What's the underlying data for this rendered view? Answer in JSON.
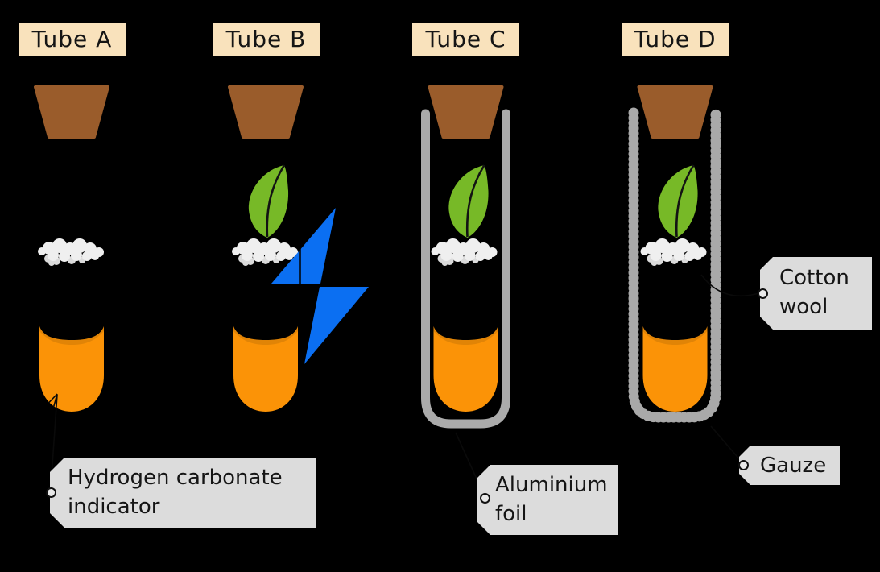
{
  "colors": {
    "background": "#000000",
    "label_cream": "#F9E2BC",
    "tag_gray": "#DCDCDC",
    "text": "#151515",
    "bung_brown": "#9A5C2B",
    "leaf_green": "#77B927",
    "cotton_white": "#EFEFEF",
    "cotton_shadow": "#DBDBDB",
    "indicator_orange": "#FB9307",
    "bolt_blue": "#0B6FF2",
    "foil_gray": "#ABABAB",
    "gauze_gray": "#A9A9A9"
  },
  "tubes": [
    {
      "id": "A",
      "label": "Tube A",
      "contents": [
        "rubber bung",
        "cotton wool",
        "hydrogen carbonate indicator"
      ]
    },
    {
      "id": "B",
      "label": "Tube B",
      "contents": [
        "rubber bung",
        "leaf",
        "cotton wool",
        "hydrogen carbonate indicator",
        "light"
      ]
    },
    {
      "id": "C",
      "label": "Tube C",
      "contents": [
        "rubber bung",
        "leaf",
        "cotton wool",
        "hydrogen carbonate indicator"
      ],
      "wrapped_in": "aluminium foil"
    },
    {
      "id": "D",
      "label": "Tube D",
      "contents": [
        "rubber bung",
        "leaf",
        "cotton wool",
        "hydrogen carbonate indicator"
      ],
      "wrapped_in": "gauze"
    }
  ],
  "tags": {
    "hydrogen_carbonate_indicator": {
      "line1": "Hydrogen carbonate",
      "line2": "indicator"
    },
    "aluminium_foil": {
      "line1": "Aluminium",
      "line2": "foil"
    },
    "cotton_wool": {
      "line1": "Cotton",
      "line2": "wool"
    },
    "gauze": {
      "line1": "Gauze"
    }
  }
}
